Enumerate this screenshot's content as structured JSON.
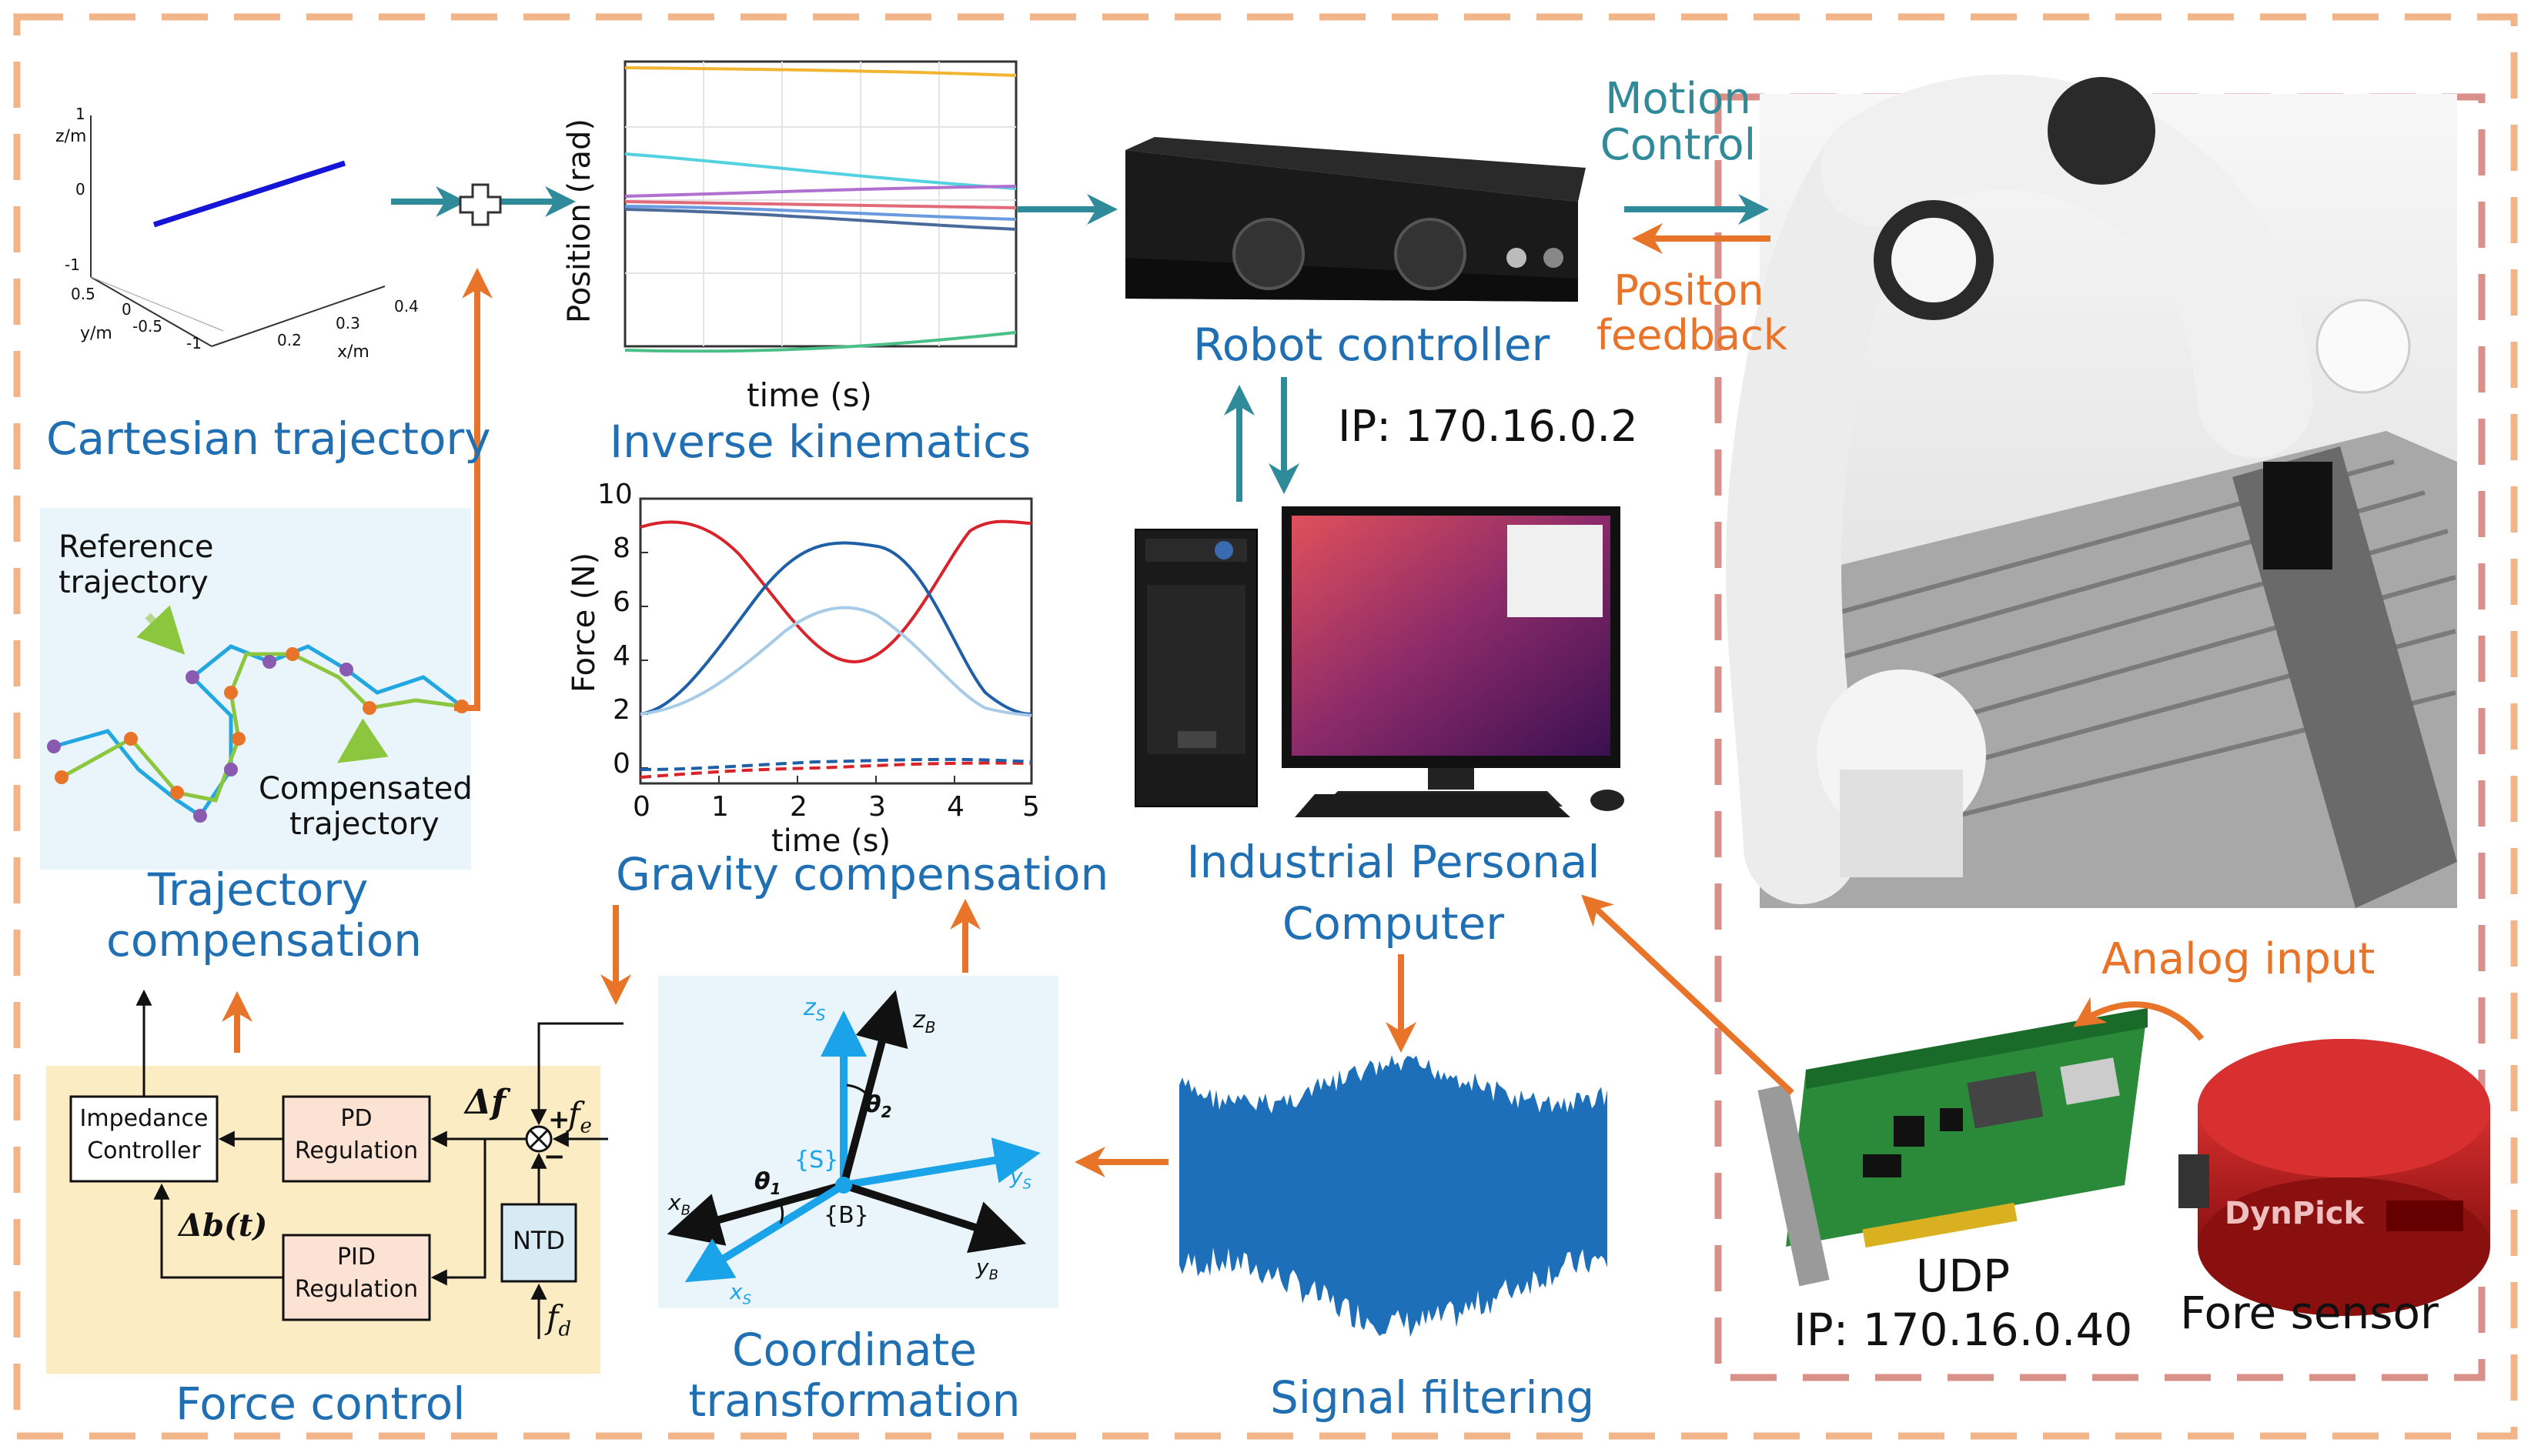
{
  "colors": {
    "orange_border": "#f2b58a",
    "red_border": "#d99088",
    "blue_label": "#1f6fb2",
    "orange_arrow": "#e8742a",
    "teal_arrow": "#2f8a9a",
    "force_control_bg": "#fcecc4",
    "light_blue_bg": "#eaf5fb"
  },
  "labels": {
    "cartesian_trajectory": "Cartesian trajectory",
    "inverse_kinematics": "Inverse kinematics",
    "robot_controller": "Robot controller",
    "ip_controller": "IP: 170.16.0.2",
    "motion_control_1": "Motion",
    "motion_control_2": "Control",
    "position_feedback_1": "Positon",
    "position_feedback_2": "feedback",
    "trajectory_compensation_1": "Trajectory",
    "trajectory_compensation_2": "compensation",
    "gravity_compensation": "Gravity compensation",
    "industrial_pc_1": "Industrial Personal",
    "industrial_pc_2": "Computer",
    "analog_input": "Analog input",
    "udp": "UDP",
    "ip_udp": "IP: 170.16.0.40",
    "fore_sensor": "Fore sensor",
    "force_control": "Force control",
    "coordinate_transformation_1": "Coordinate",
    "coordinate_transformation_2": "transformation",
    "signal_filtering": "Signal filtering",
    "reference_trajectory_1": "Reference",
    "reference_trajectory_2": "trajectory",
    "compensated_trajectory_1": "Compensated",
    "compensated_trajectory_2": "trajectory"
  },
  "cartesian_plot": {
    "z_axis": "z/m",
    "y_axis": "y/m",
    "x_axis": "x/m",
    "z_ticks": [
      "1",
      "0",
      "-1"
    ],
    "y_ticks": [
      "0.5",
      "0",
      "-0.5",
      "-1"
    ],
    "x_ticks": [
      "0.2",
      "0.3",
      "0.4"
    ]
  },
  "ik_plot": {
    "ylabel": "Position (rad)",
    "xlabel": "time (s)"
  },
  "gravity_plot": {
    "ylabel": "Force (N)",
    "xlabel": "time (s)",
    "y_ticks": [
      "10",
      "8",
      "6",
      "4",
      "2",
      "0"
    ],
    "x_ticks": [
      "0",
      "1",
      "2",
      "3",
      "4",
      "5"
    ]
  },
  "force_control_block": {
    "impedance_1": "Impedance",
    "impedance_2": "Controller",
    "pd_1": "PD",
    "pd_2": "Regulation",
    "pid_1": "PID",
    "pid_2": "Regulation",
    "ntd": "NTD",
    "delta_f": "Δf",
    "f_e": "f",
    "f_e_sub": "e",
    "f_d": "f",
    "f_d_sub": "d",
    "delta_b": "Δb(t)",
    "plus": "+",
    "minus": "−"
  },
  "frames": {
    "zs": "z",
    "zs_sub": "S",
    "zb": "z",
    "zb_sub": "B",
    "theta2": "θ",
    "theta2_sub": "2",
    "theta1": "θ",
    "theta1_sub": "1",
    "s_frame": "{S}",
    "b_frame": "{B}",
    "xb": "x",
    "xb_sub": "B",
    "xs": "x",
    "xs_sub": "S",
    "ys": "y",
    "ys_sub": "S",
    "yb": "y",
    "yb_sub": "B"
  }
}
